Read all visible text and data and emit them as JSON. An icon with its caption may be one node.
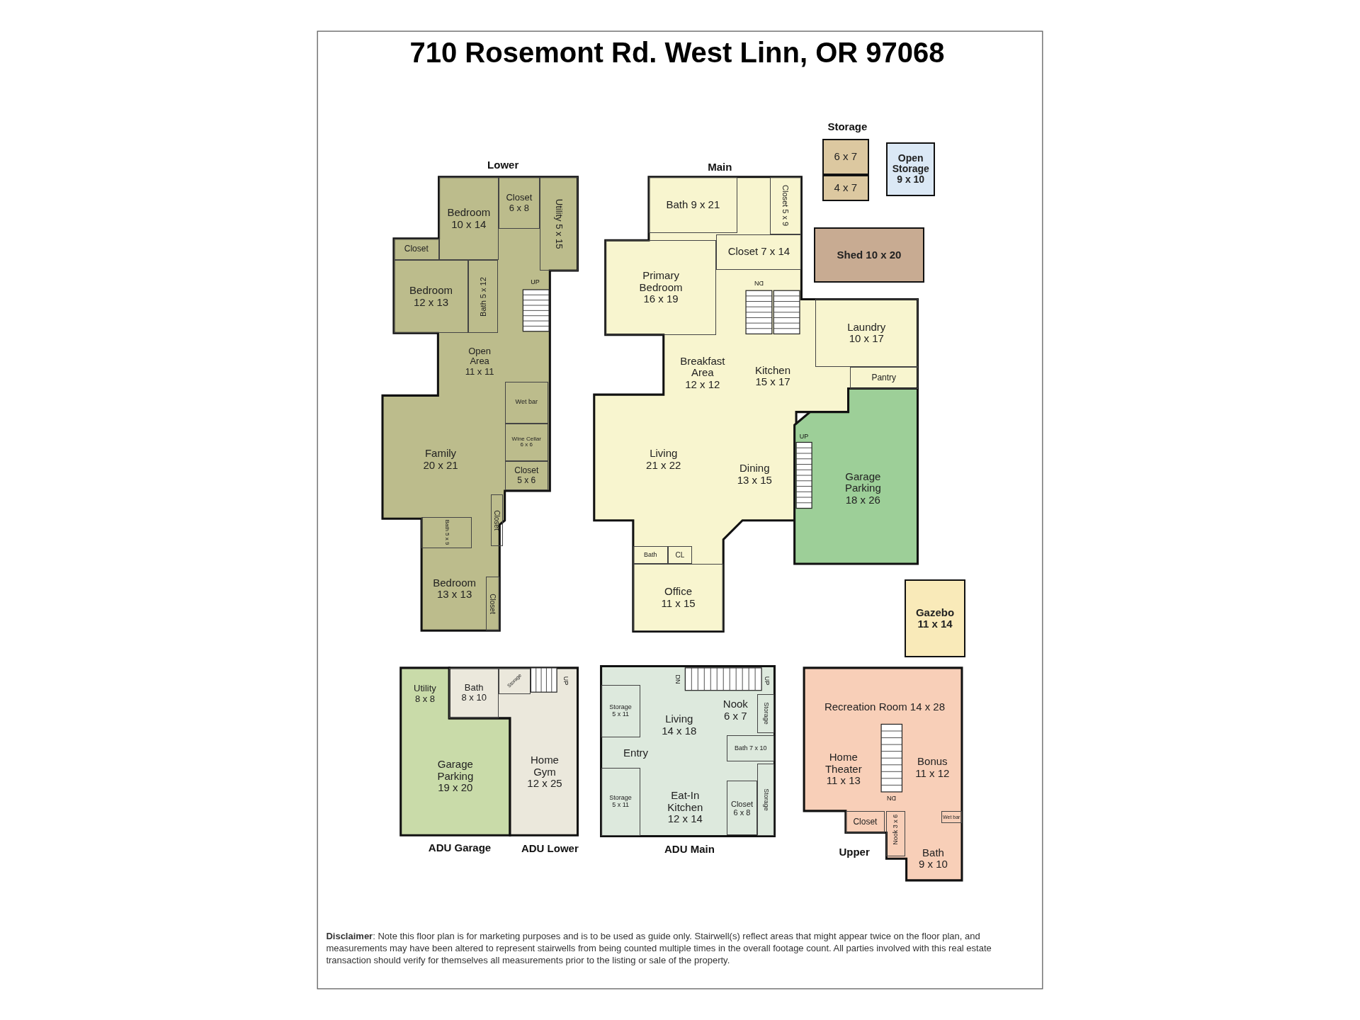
{
  "diagram": {
    "title": "710 Rosemont Rd. West Linn, OR 97068",
    "nodes": [
      {
        "text": [
          "Bedroom",
          "10 x 14"
        ]
      },
      {
        "text": [
          "Closet",
          "6 x 8"
        ]
      },
      {
        "text": [
          "Utility 5 x 15"
        ]
      },
      {
        "text": [
          "Closet"
        ]
      },
      {
        "text": [
          "Bedroom",
          "12 x 13"
        ]
      },
      {
        "text": [
          "Bath 5 x 12"
        ]
      },
      {
        "text": [
          "Open Area",
          "11 x 11"
        ]
      },
      {
        "text": [
          "Wet bar"
        ]
      },
      {
        "text": [
          "Wine Cellar",
          "6 x 6"
        ]
      },
      {
        "text": [
          "Closet",
          "5 x 6"
        ]
      },
      {
        "text": [
          "Family",
          "20 x 21"
        ]
      },
      {
        "text": [
          "Closet"
        ]
      },
      {
        "text": [
          "Bath 5 x 9"
        ]
      },
      {
        "text": [
          "Bedroom",
          "13 x 13"
        ]
      },
      {
        "text": [
          "Closet"
        ]
      },
      {
        "text": [
          "Bath 9 x 21"
        ]
      },
      {
        "text": [
          "Closet 5 x 9"
        ]
      },
      {
        "text": [
          "Closet 7 x 14"
        ]
      },
      {
        "text": [
          "Primary Bedroom",
          "16 x 19"
        ]
      },
      {
        "text": [
          "Breakfast Area",
          "12 x 12"
        ]
      },
      {
        "text": [
          "Kitchen",
          "15 x 17"
        ]
      },
      {
        "text": [
          "Laundry",
          "10 x 17"
        ]
      },
      {
        "text": [
          "Pantry"
        ]
      },
      {
        "text": [
          "Living",
          "21 x 22"
        ]
      },
      {
        "text": [
          "Dining",
          "13 x 15"
        ]
      },
      {
        "text": [
          "Garage Parking",
          "18 x 26"
        ]
      },
      {
        "text": [
          "Bath"
        ]
      },
      {
        "text": [
          "CL"
        ]
      },
      {
        "text": [
          "Office",
          "11 x 15"
        ]
      },
      {
        "text": [
          "6 x 7"
        ]
      },
      {
        "text": [
          "4 x 7"
        ]
      },
      {
        "text": [
          "Open Storage",
          "9 x 10"
        ]
      },
      {
        "text": [
          "Shed 10 x 20"
        ]
      },
      {
        "text": [
          "Gazebo",
          "11 x 14"
        ]
      },
      {
        "text": [
          "Utility",
          "8 x 8"
        ]
      },
      {
        "text": [
          "Garage Parking",
          "19 x 20"
        ]
      },
      {
        "text": [
          "Bath",
          "8 x 10"
        ]
      },
      {
        "text": [
          "Storage"
        ]
      },
      {
        "text": [
          "Home Gym",
          "12 x 25"
        ]
      },
      {
        "text": [
          "Storage",
          "5 x 11"
        ]
      },
      {
        "text": [
          "Living",
          "14 x 18"
        ]
      },
      {
        "text": [
          "Entry"
        ]
      },
      {
        "text": [
          "Storage",
          "5 x 11"
        ]
      },
      {
        "text": [
          "Eat-In Kitchen",
          "12 x 14"
        ]
      },
      {
        "text": [
          "Nook",
          "6 x 7"
        ]
      },
      {
        "text": [
          "Storage"
        ]
      },
      {
        "text": [
          "Bath 7 x 10"
        ]
      },
      {
        "text": [
          "Closet",
          "6 x 8"
        ]
      },
      {
        "text": [
          "Storage"
        ]
      },
      {
        "text": [
          "Recreation Room 14 x 28"
        ]
      },
      {
        "text": [
          "Home Theater",
          "11 x 13"
        ]
      },
      {
        "text": [
          "Bonus",
          "11 x 12"
        ]
      },
      {
        "text": [
          "Closet"
        ]
      },
      {
        "text": [
          "Nook 3 x 6"
        ]
      },
      {
        "text": [
          "Wet bar"
        ]
      },
      {
        "text": [
          "Bath",
          "9 x 10"
        ]
      }
    ],
    "labels": [
      "Storage",
      "Lower",
      "Main",
      "UP",
      "DN",
      "UP",
      "UP",
      "DN",
      "UP",
      "DN",
      "ADU Garage",
      "ADU Lower",
      "ADU Main",
      "Upper",
      "**Disclaimer**: Note this floor plan is for marketing purposes and is to be used as guide only.  Stairwell(s) reflect areas that might appear twice on the floor plan, and measurements may have been altered to represent stairwells from being counted multiple times in the overall footage count.  All parties involved with this real estate transaction should verify for themselves all measurements prior to the listing or sale of the property."
    ]
  }
}
